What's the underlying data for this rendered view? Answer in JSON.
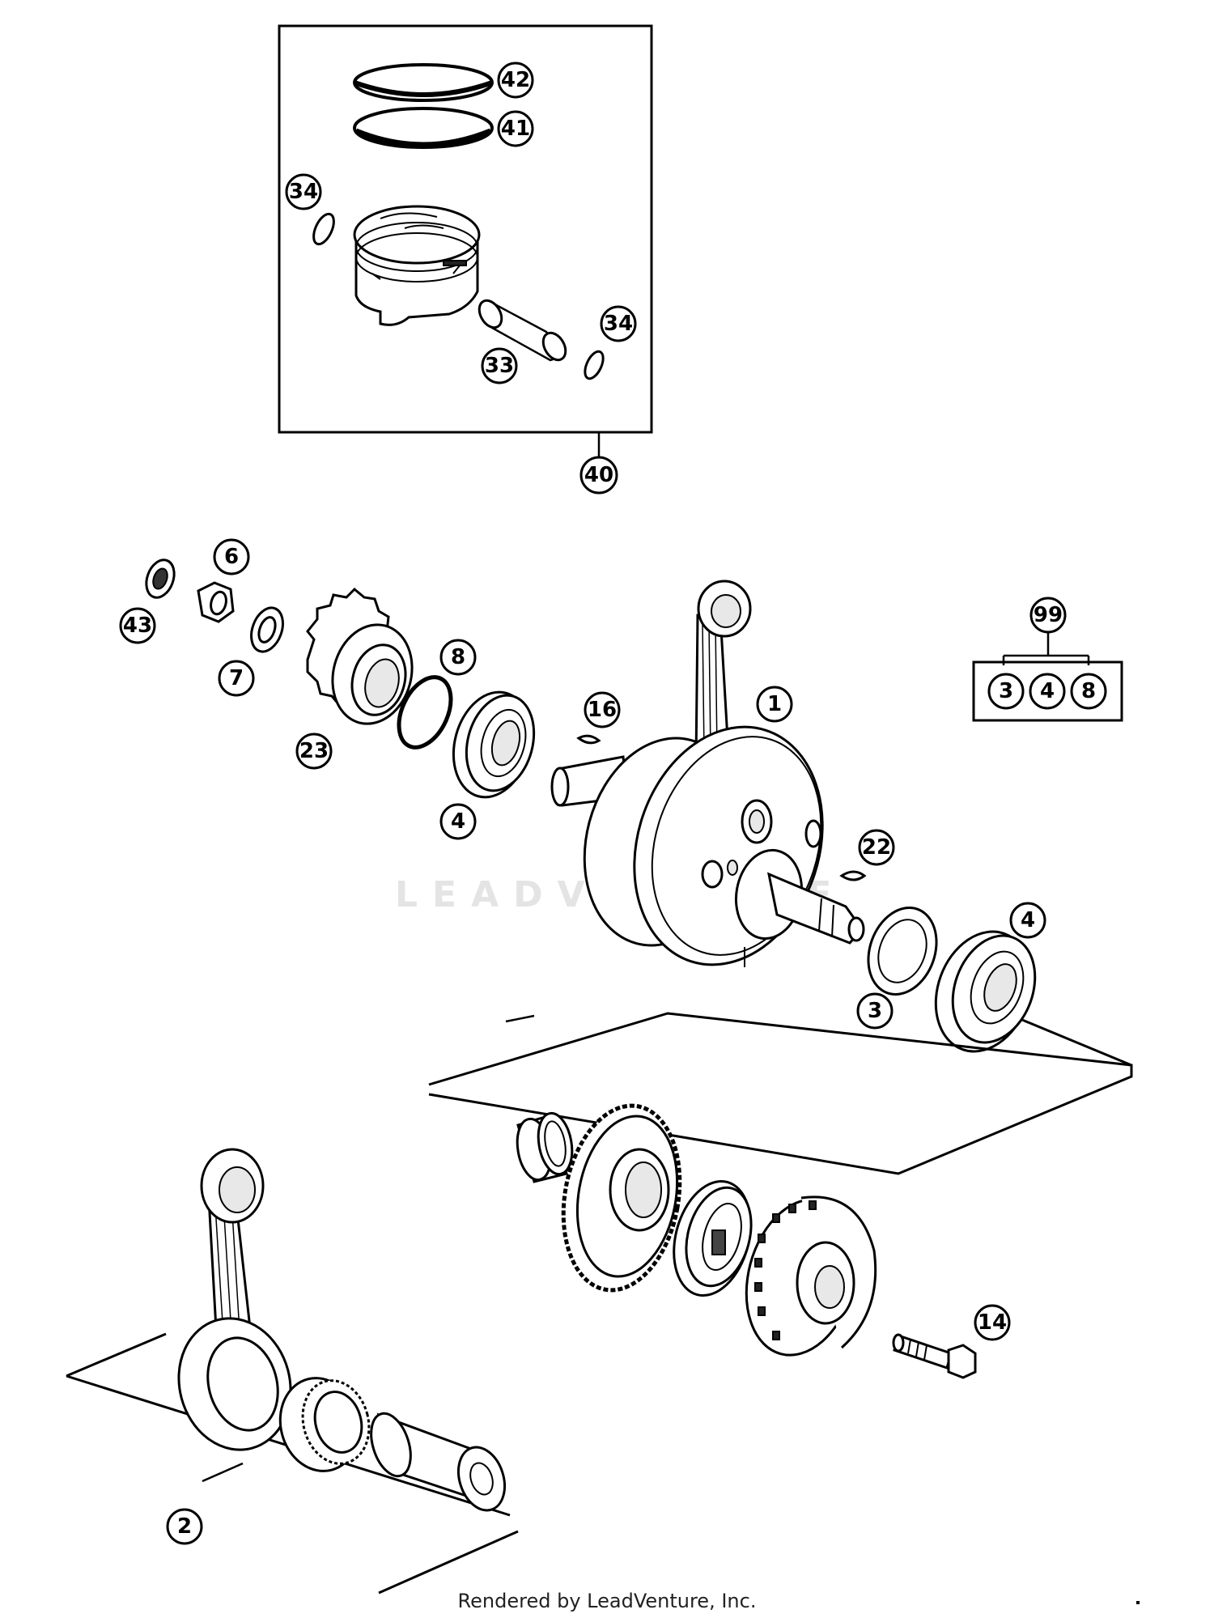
{
  "watermark": "LEADVENTURE",
  "footer": "Rendered by LeadVenture, Inc.",
  "callouts": {
    "c42": "42",
    "c41": "41",
    "c34a": "34",
    "c34b": "34",
    "c33": "33",
    "c40": "40",
    "c6": "6",
    "c43": "43",
    "c7": "7",
    "c8": "8",
    "c23": "23",
    "c16": "16",
    "c1": "1",
    "c4a": "4",
    "c99": "99",
    "c99_3": "3",
    "c99_4": "4",
    "c99_8": "8",
    "c22": "22",
    "c4b": "4",
    "c3": "3",
    "c14": "14",
    "c2": "2"
  }
}
